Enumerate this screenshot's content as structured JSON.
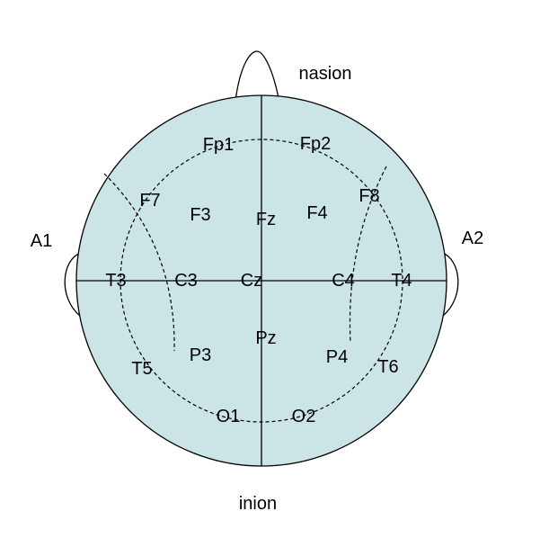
{
  "labels": {
    "nasion": "nasion",
    "inion": "inion",
    "Fp1": "Fp1",
    "Fp2": "Fp2",
    "F7": "F7",
    "F3": "F3",
    "Fz": "Fz",
    "F4": "F4",
    "F8": "F8",
    "A1": "A1",
    "A2": "A2",
    "T3": "T3",
    "C3": "C3",
    "Cz": "Cz",
    "C4": "C4",
    "T4": "T4",
    "T5": "T5",
    "P3": "P3",
    "Pz": "Pz",
    "P4": "P4",
    "T6": "T6",
    "O1": "O1",
    "O2": "O2"
  },
  "colors": {
    "head_fill": "#cbe5e7",
    "line": "#000000",
    "text": "#000000",
    "background": "#ffffff"
  }
}
